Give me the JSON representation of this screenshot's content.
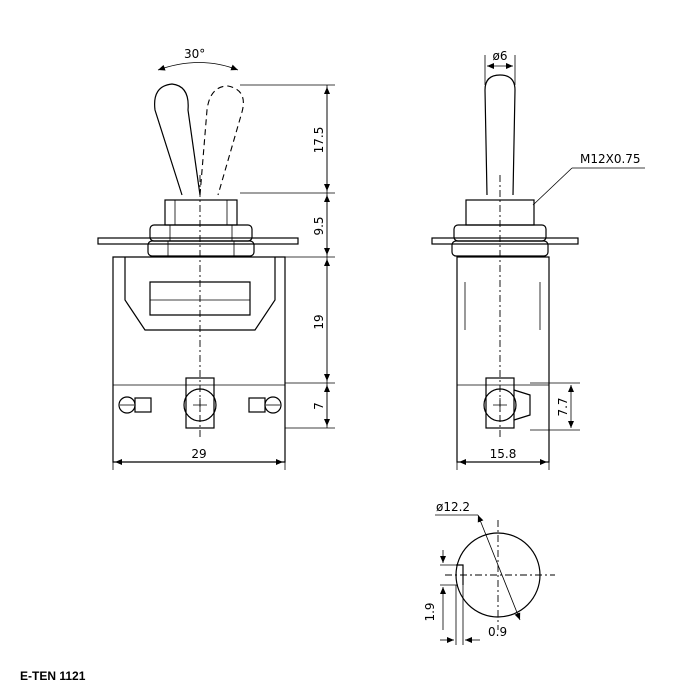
{
  "title": "E-TEN 1121",
  "front_view": {
    "angle_label": "30°",
    "lever_height": "17.5",
    "bushing_height": "9.5",
    "body_height": "19",
    "terminal_height": "7",
    "body_width": "29"
  },
  "side_view": {
    "lever_diameter": "ø6",
    "thread": "M12X0.75",
    "terminal_height": "7.7",
    "body_depth": "15.8"
  },
  "bushing_view": {
    "diameter": "ø12.2",
    "key_height": "1.9",
    "key_width": "0.9"
  }
}
